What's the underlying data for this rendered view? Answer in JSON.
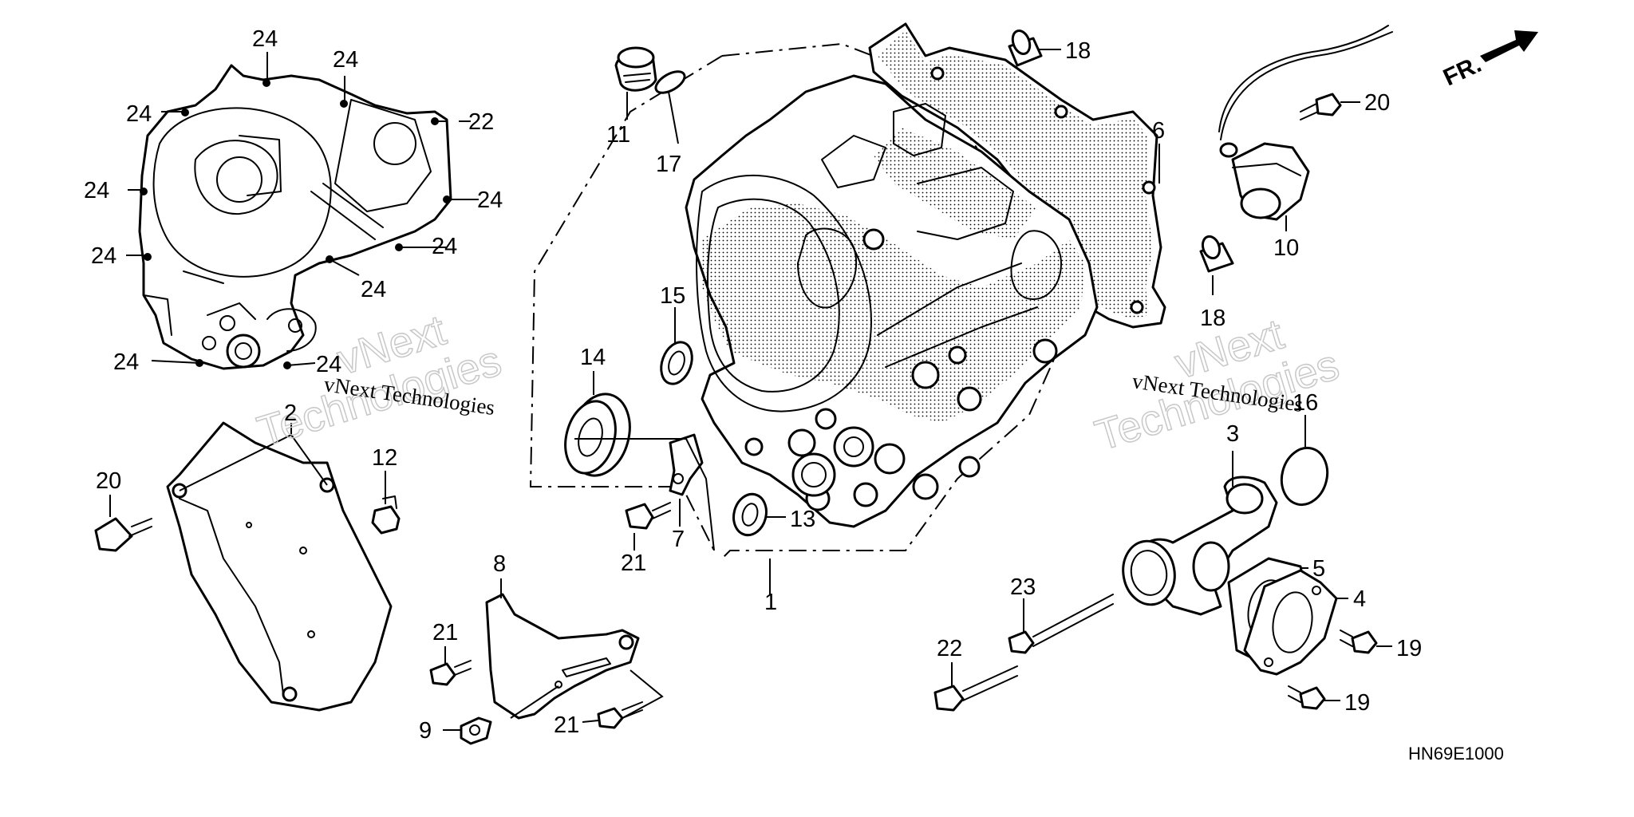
{
  "diagram": {
    "code": "HN69E1000",
    "direction_label": "FR.",
    "watermark": {
      "brand_top": "vNext",
      "brand_bottom": "Technologies",
      "caption": "vNext Technologies"
    },
    "callouts": [
      {
        "id": "c-1",
        "label": "1"
      },
      {
        "id": "c-2",
        "label": "2"
      },
      {
        "id": "c-3",
        "label": "3"
      },
      {
        "id": "c-4",
        "label": "4"
      },
      {
        "id": "c-5",
        "label": "5"
      },
      {
        "id": "c-6",
        "label": "6"
      },
      {
        "id": "c-7",
        "label": "7"
      },
      {
        "id": "c-8",
        "label": "8"
      },
      {
        "id": "c-9",
        "label": "9"
      },
      {
        "id": "c-10",
        "label": "10"
      },
      {
        "id": "c-11",
        "label": "11"
      },
      {
        "id": "c-12",
        "label": "12"
      },
      {
        "id": "c-13",
        "label": "13"
      },
      {
        "id": "c-14",
        "label": "14"
      },
      {
        "id": "c-15",
        "label": "15"
      },
      {
        "id": "c-16",
        "label": "16"
      },
      {
        "id": "c-17",
        "label": "17"
      },
      {
        "id": "c-18a",
        "label": "18"
      },
      {
        "id": "c-18b",
        "label": "18"
      },
      {
        "id": "c-19a",
        "label": "19"
      },
      {
        "id": "c-19b",
        "label": "19"
      },
      {
        "id": "c-20a",
        "label": "20"
      },
      {
        "id": "c-20b",
        "label": "20"
      },
      {
        "id": "c-21a",
        "label": "21"
      },
      {
        "id": "c-21b",
        "label": "21"
      },
      {
        "id": "c-21c",
        "label": "21"
      },
      {
        "id": "c-22a",
        "label": "22"
      },
      {
        "id": "c-22b",
        "label": "22"
      },
      {
        "id": "c-23",
        "label": "23"
      },
      {
        "id": "c-24a",
        "label": "24"
      },
      {
        "id": "c-24b",
        "label": "24"
      },
      {
        "id": "c-24c",
        "label": "24"
      },
      {
        "id": "c-24d",
        "label": "24"
      },
      {
        "id": "c-24e",
        "label": "24"
      },
      {
        "id": "c-24f",
        "label": "24"
      },
      {
        "id": "c-24g",
        "label": "24"
      },
      {
        "id": "c-24h",
        "label": "24"
      },
      {
        "id": "c-24i",
        "label": "24"
      },
      {
        "id": "c-24j",
        "label": "24"
      }
    ]
  }
}
